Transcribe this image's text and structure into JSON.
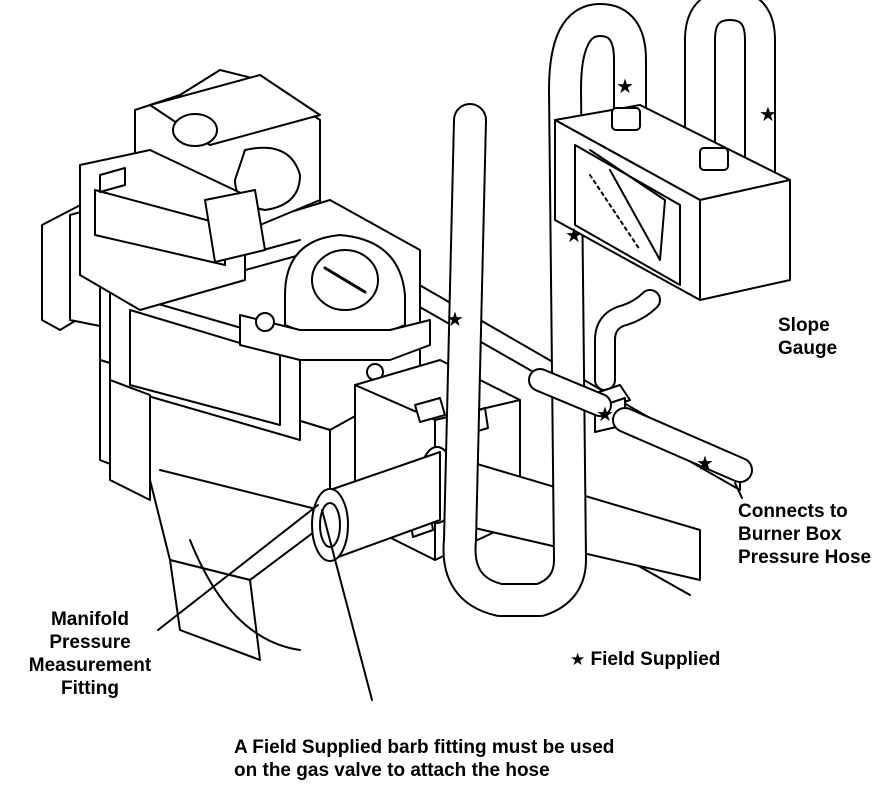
{
  "labels": {
    "slope_gauge": [
      "Slope",
      "Gauge"
    ],
    "connects_to": [
      "Connects to",
      "Burner Box",
      "Pressure Hose"
    ],
    "manifold": [
      "Manifold",
      "Pressure",
      "Measurement",
      "Fitting"
    ],
    "legend_symbol": "★",
    "field_supplied": "Field Supplied",
    "caption": [
      "A Field Supplied barb fitting must be used",
      "on the gas valve to attach the hose"
    ]
  },
  "colors": {
    "ink": "#000000",
    "paper": "#ffffff"
  }
}
